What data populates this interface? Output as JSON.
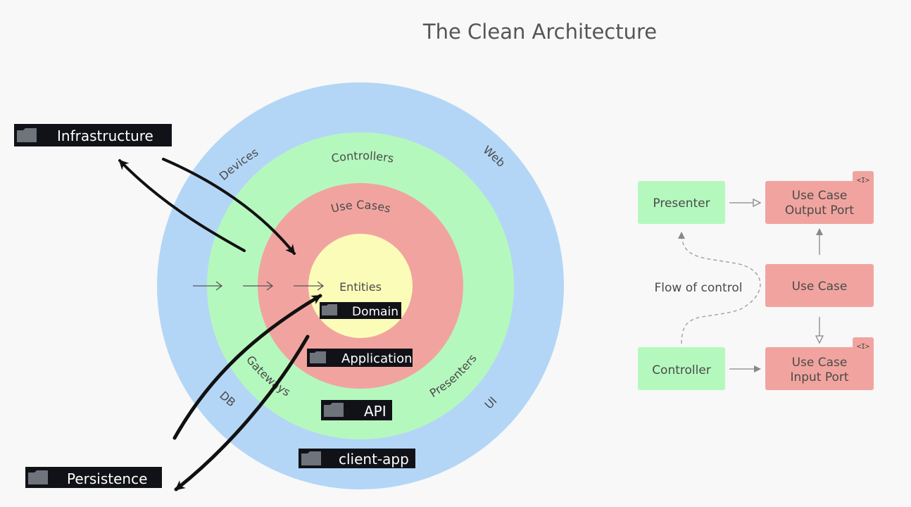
{
  "title": "The Clean Architecture",
  "colors": {
    "outer_ring": "#b3d6f6",
    "controllers_ring": "#b5f8be",
    "use_cases_ring": "#f1a49f",
    "entities_core": "#fcfcb9",
    "folder_badge_bg": "#111218",
    "folder_icon": "#6f737c",
    "arrow": "#111111"
  },
  "rings": {
    "devices": "Devices",
    "web": "Web",
    "db": "DB",
    "ui": "UI",
    "controllers": "Controllers",
    "gateways": "Gateways",
    "presenters": "Presenters",
    "use_cases": "Use Cases",
    "entities": "Entities"
  },
  "folders": {
    "infrastructure": "Infrastructure",
    "persistence": "Persistence",
    "domain": "Domain",
    "application": "Application",
    "api": "API",
    "client_app": "client-app"
  },
  "flow": {
    "presenter": "Presenter",
    "output_port_line1": "Use Case",
    "output_port_line2": "Output Port",
    "use_case": "Use Case",
    "controller": "Controller",
    "input_port_line1": "Use Case",
    "input_port_line2": "Input Port",
    "flow_of_control": "Flow of control",
    "interface_tag": "<I>"
  },
  "icons": [
    "folder-icon",
    "arrow-right-icon",
    "arrow-up-icon",
    "arrow-down-icon"
  ]
}
